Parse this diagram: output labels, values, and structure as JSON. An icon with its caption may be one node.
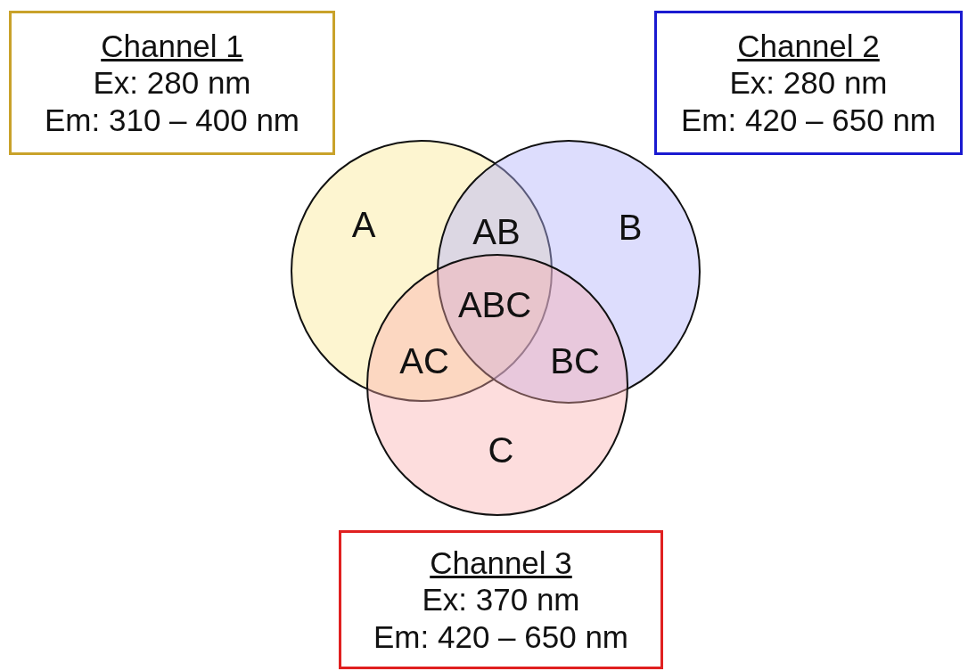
{
  "diagram": {
    "nodes": [
      {
        "text": [
          "Channel 1",
          "Ex: 280 nm",
          "Em: 310 – 400 nm"
        ]
      },
      {
        "text": [
          "Channel 2",
          "Ex: 280 nm",
          "Em: 420 – 650 nm"
        ]
      },
      {
        "text": [
          "A"
        ]
      },
      {
        "text": [
          "B"
        ]
      },
      {
        "text": [
          "C"
        ]
      },
      {
        "text": [
          "Channel 3",
          "Ex: 370 nm",
          "Em: 420 – 650 nm"
        ]
      }
    ],
    "labels": [
      "AB",
      "ABC",
      "AC",
      "BC"
    ]
  }
}
